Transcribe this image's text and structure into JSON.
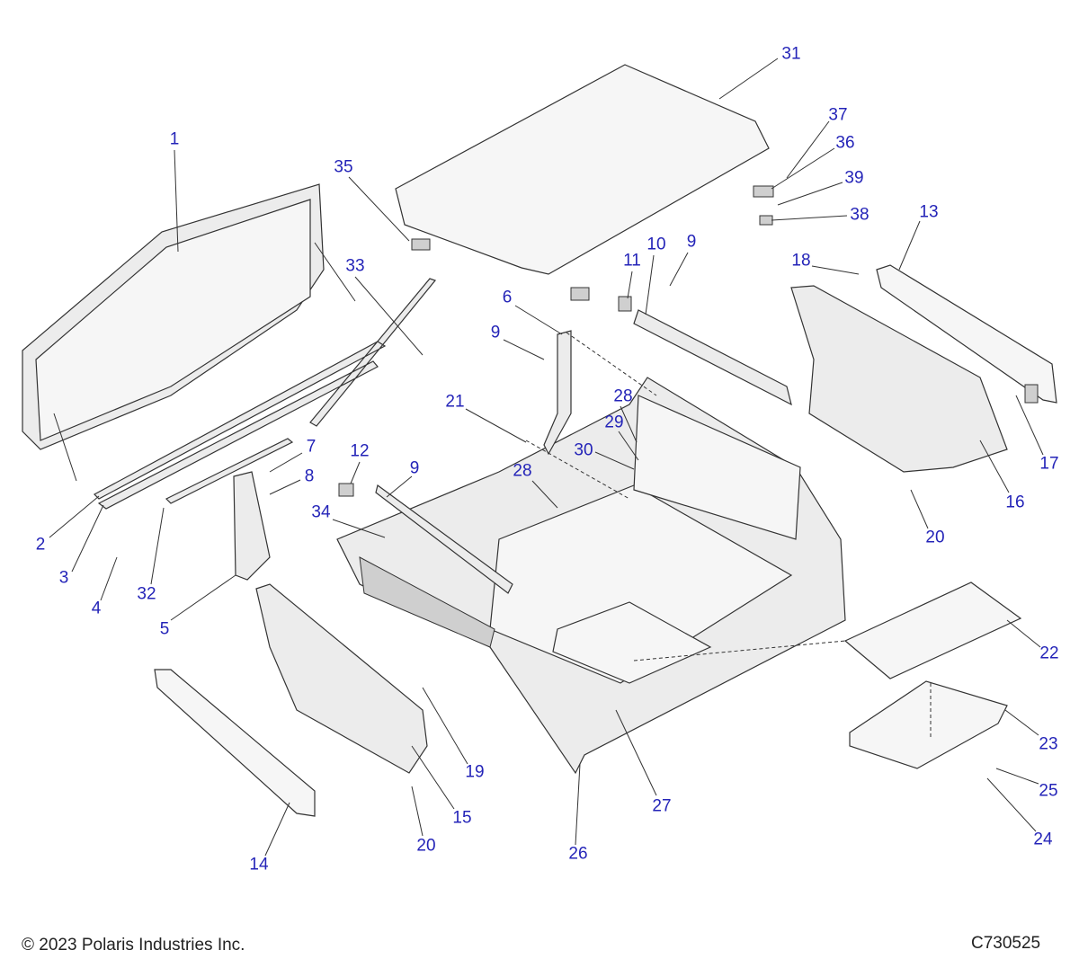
{
  "diagram": {
    "callouts": [
      "1",
      "35",
      "33",
      "31",
      "37",
      "36",
      "39",
      "38",
      "13",
      "10",
      "9",
      "11",
      "18",
      "6",
      "9",
      "28",
      "29",
      "30",
      "21",
      "7",
      "8",
      "12",
      "9",
      "28",
      "34",
      "2",
      "3",
      "4",
      "32",
      "5",
      "17",
      "16",
      "20",
      "22",
      "19",
      "15",
      "27",
      "23",
      "25",
      "24",
      "26",
      "20",
      "14"
    ]
  },
  "footer": {
    "copyright": "© 2023 Polaris Industries Inc.",
    "drawing_id": "C730525"
  }
}
